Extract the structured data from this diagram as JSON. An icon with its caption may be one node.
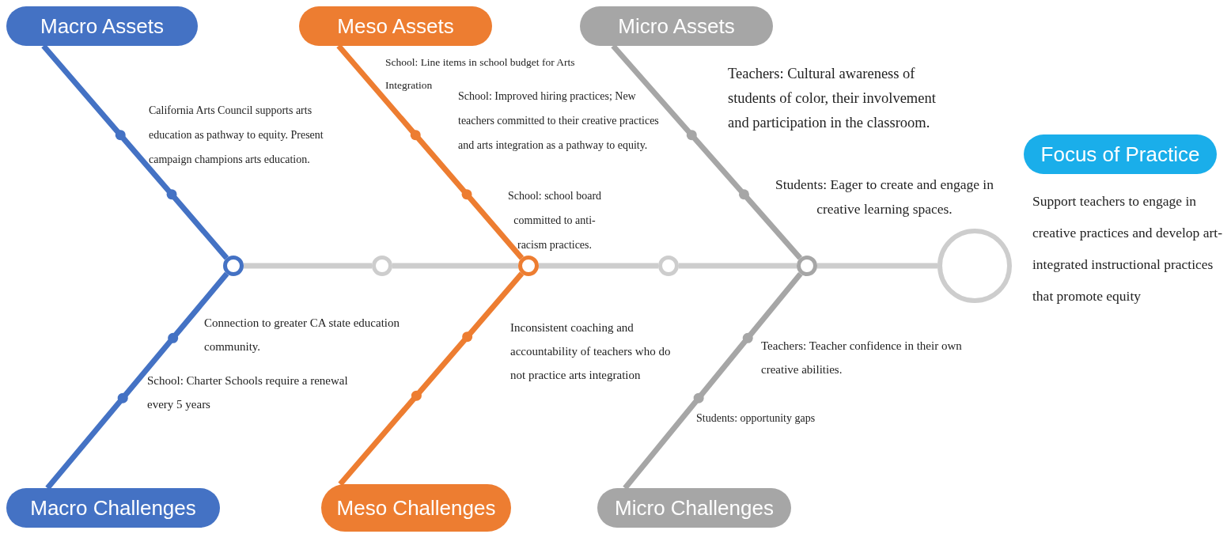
{
  "diagram": {
    "nodes": [
      {
        "text": [
          "Macro Assets"
        ]
      },
      {
        "text": [
          "Meso Assets"
        ]
      },
      {
        "text": [
          "Micro Assets"
        ]
      },
      {
        "text": [
          "Focus of Practice"
        ],
        "beside": [
          "Support teachers to engage in creative practices and develop art-integrated instructional practices that promote equity"
        ]
      },
      {
        "text": [
          "Macro Challenges"
        ]
      },
      {
        "text": [
          "Meso Challenges"
        ]
      },
      {
        "text": [
          "Micro Challenges"
        ]
      },
      {
        "text": [],
        "shape": "circle"
      },
      {
        "text": [],
        "shape": "circle"
      },
      {
        "text": [],
        "shape": "circle"
      },
      {
        "text": [],
        "shape": "circle"
      },
      {
        "text": [],
        "shape": "circle"
      },
      {
        "text": [],
        "shape": "circle"
      }
    ],
    "edges": [
      {
        "from": 0,
        "to": 7,
        "arrow": "none",
        "color": "#4472c4"
      },
      {
        "from": 4,
        "to": 7,
        "arrow": "none",
        "color": "#4472c4"
      },
      {
        "from": 1,
        "to": 9,
        "arrow": "none",
        "color": "#ed7d31"
      },
      {
        "from": 5,
        "to": 9,
        "arrow": "none",
        "color": "#ed7d31"
      },
      {
        "from": 2,
        "to": 11,
        "arrow": "none",
        "color": "#a6a6a6"
      },
      {
        "from": 6,
        "to": 11,
        "arrow": "none",
        "color": "#a6a6a6"
      },
      {
        "from": 7,
        "to": 8,
        "arrow": "none"
      },
      {
        "from": 8,
        "to": 9,
        "arrow": "none"
      },
      {
        "from": 9,
        "to": 10,
        "arrow": "none"
      },
      {
        "from": 10,
        "to": 11,
        "arrow": "none"
      },
      {
        "from": 11,
        "to": 12,
        "arrow": "none"
      }
    ],
    "labels": [
      "School: Line items in school budget for Arts Integration",
      "California Arts Council supports arts education as pathway to equity. Present campaign champions arts education.",
      "Teachers: Cultural awareness of students of color, their involvement and participation in the classroom.",
      "School: Improved hiring practices; New teachers committed to their creative practices and arts integration as a pathway to equity.",
      "School: school board committed to anti-racism practices.",
      "Students: Eager to create and engage in creative learning spaces.",
      "Connection to greater CA state education community.",
      "Inconsistent coaching and accountability of teachers who do not practice arts integration",
      "Teachers: Teacher confidence in their own creative abilities.",
      "School: Charter Schools require a renewal every 5 years",
      "Students: opportunity gaps"
    ]
  }
}
